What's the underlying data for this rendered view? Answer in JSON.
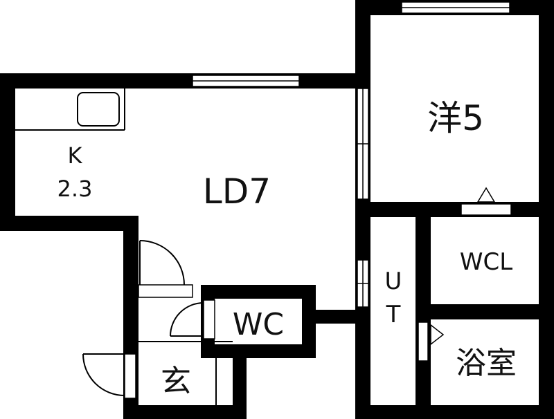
{
  "rooms": {
    "kitchen": {
      "name": "K",
      "size": "2.3"
    },
    "living_dining": {
      "label": "LD7"
    },
    "western_room": {
      "label": "洋5"
    },
    "closet": {
      "label": "WCL"
    },
    "utility": {
      "chars": [
        "U",
        "T"
      ]
    },
    "toilet": {
      "label": "WC"
    },
    "bathroom": {
      "label": "浴室"
    },
    "entrance": {
      "label": "玄"
    }
  },
  "colors": {
    "wall": "#000000",
    "background": "#ffffff",
    "line": "#000000"
  }
}
